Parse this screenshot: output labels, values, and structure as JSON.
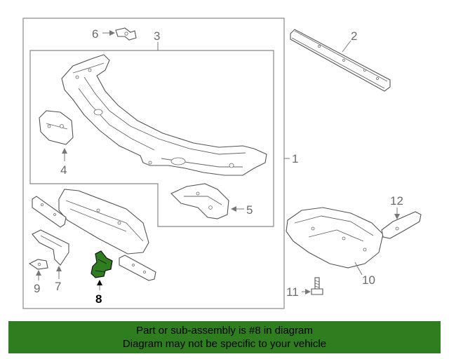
{
  "callouts": {
    "c1": "1",
    "c2": "2",
    "c3": "3",
    "c4": "4",
    "c5": "5",
    "c6": "6",
    "c7": "7",
    "c8": "8",
    "c9": "9",
    "c10": "10",
    "c11": "11",
    "c12": "12"
  },
  "highlight_color": "#2e7d1f",
  "footer": {
    "line1": "Part or sub-assembly is #8 in diagram",
    "line2": "Diagram may not be specific to your vehicle"
  }
}
